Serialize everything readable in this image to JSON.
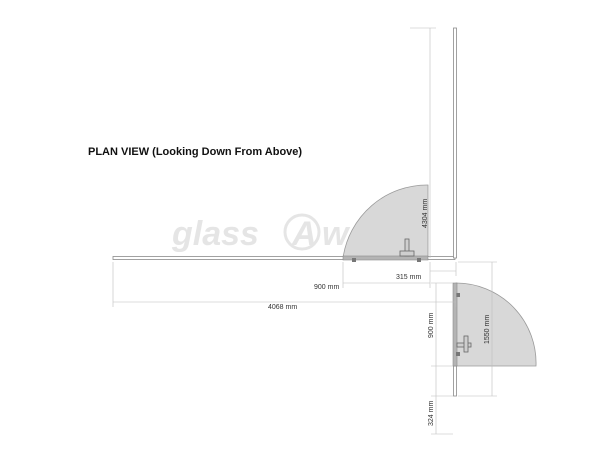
{
  "title": "PLAN VIEW (Looking Down From Above)",
  "watermark": {
    "text_left": "glass",
    "text_mid": "A",
    "text_right": "w"
  },
  "dimensions": {
    "d1": "900 mm",
    "d2": "315 mm",
    "d3": "4068 mm",
    "d4": "4304 mm",
    "d5": "900 mm",
    "d6": "1550 mm",
    "d7": "324 mm"
  },
  "colors": {
    "line": "#8a8a8a",
    "dim_line": "#bdbdbd",
    "door_fill": "#d8d8d8",
    "door_stroke": "#9a9a9a",
    "panel": "#b4b4b4"
  }
}
